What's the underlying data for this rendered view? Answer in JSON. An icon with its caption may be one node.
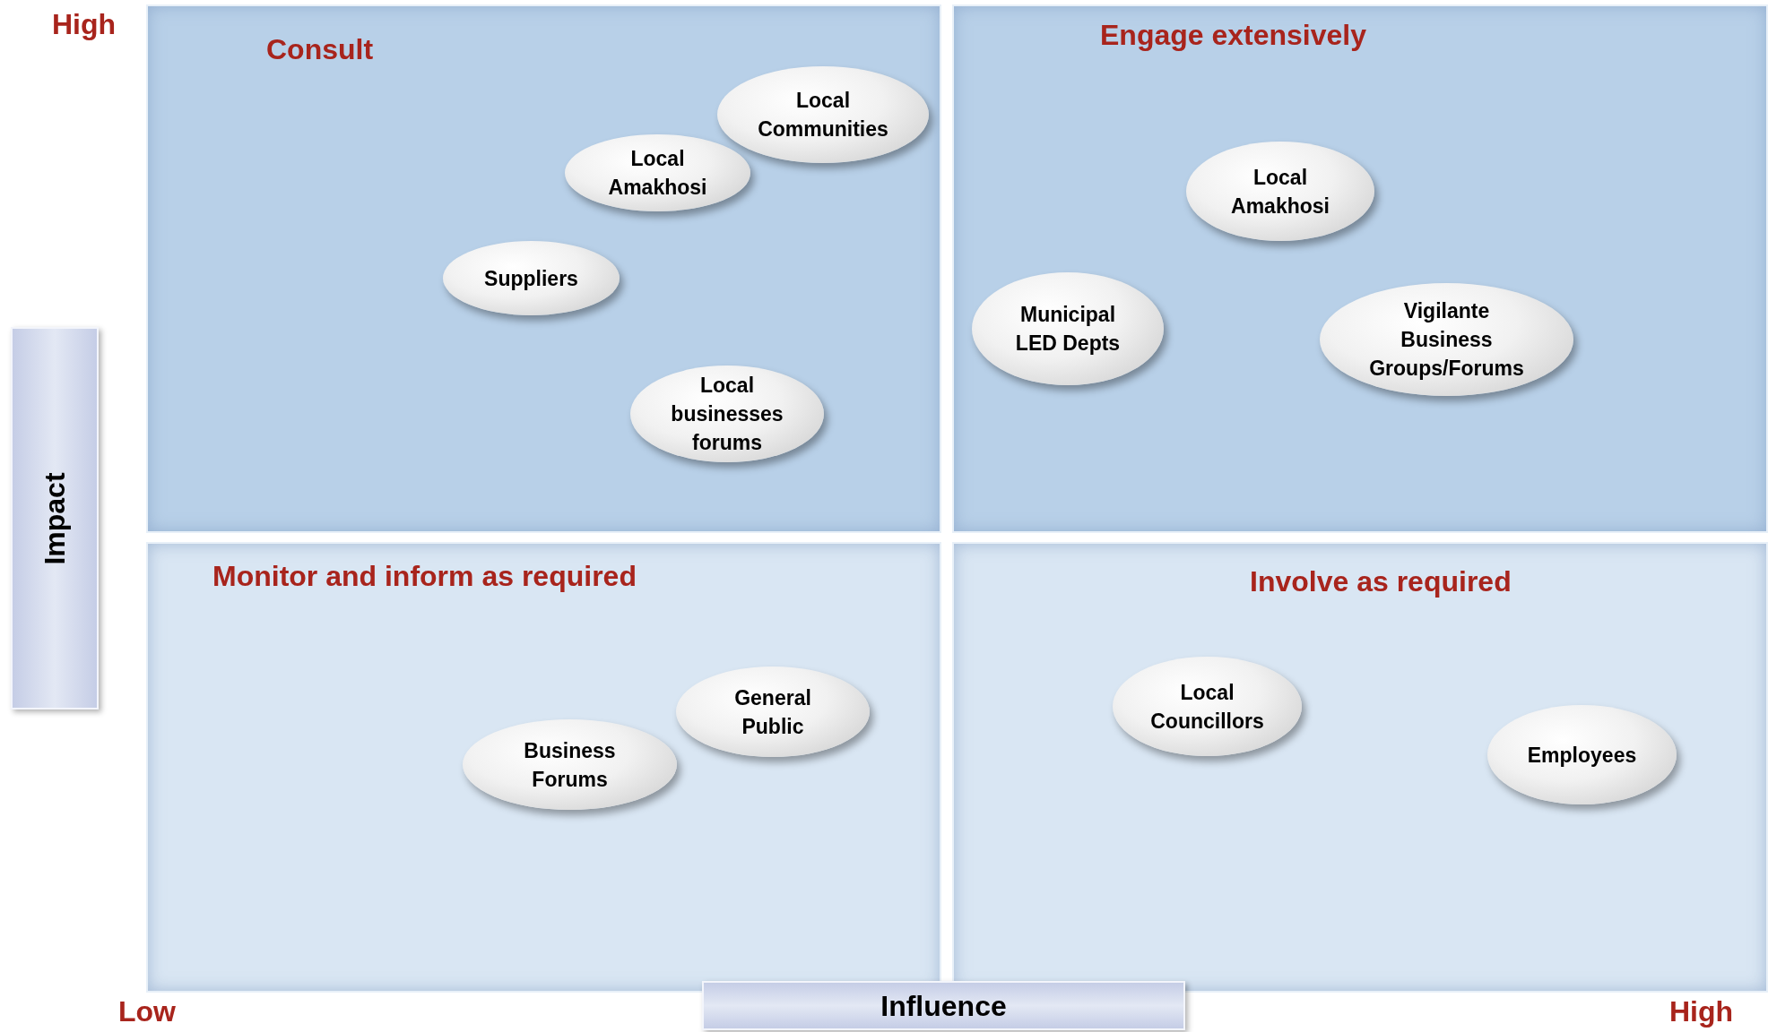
{
  "diagram": {
    "nodes": [
      {
        "text": [
          "Consult"
        ]
      },
      {
        "text": [
          "Local Communities"
        ],
        "in": 0
      },
      {
        "text": [
          "Local Amakhosi"
        ],
        "in": 0
      },
      {
        "text": [
          "Suppliers"
        ],
        "in": 0
      },
      {
        "text": [
          "Local businesses forums"
        ],
        "in": 0
      },
      {
        "text": [
          "Engage extensively"
        ]
      },
      {
        "text": [
          "Local Amakhosi"
        ],
        "in": 5
      },
      {
        "text": [
          "Municipal LED Depts"
        ],
        "in": 5
      },
      {
        "text": [
          "Vigilante Business Groups/Forums"
        ],
        "in": 5
      },
      {
        "text": [
          "Monitor and inform as required"
        ]
      },
      {
        "text": [
          "General Public"
        ],
        "in": 9
      },
      {
        "text": [
          "Business Forums"
        ],
        "in": 9
      },
      {
        "text": [
          "Involve as required"
        ]
      },
      {
        "text": [
          "Local Councillors"
        ],
        "in": 12
      },
      {
        "text": [
          "Employees"
        ],
        "in": 12
      },
      {
        "text": [
          "Impact"
        ]
      },
      {
        "text": [
          "Influence"
        ]
      }
    ],
    "labels": [
      "High",
      "Low",
      "High"
    ]
  }
}
